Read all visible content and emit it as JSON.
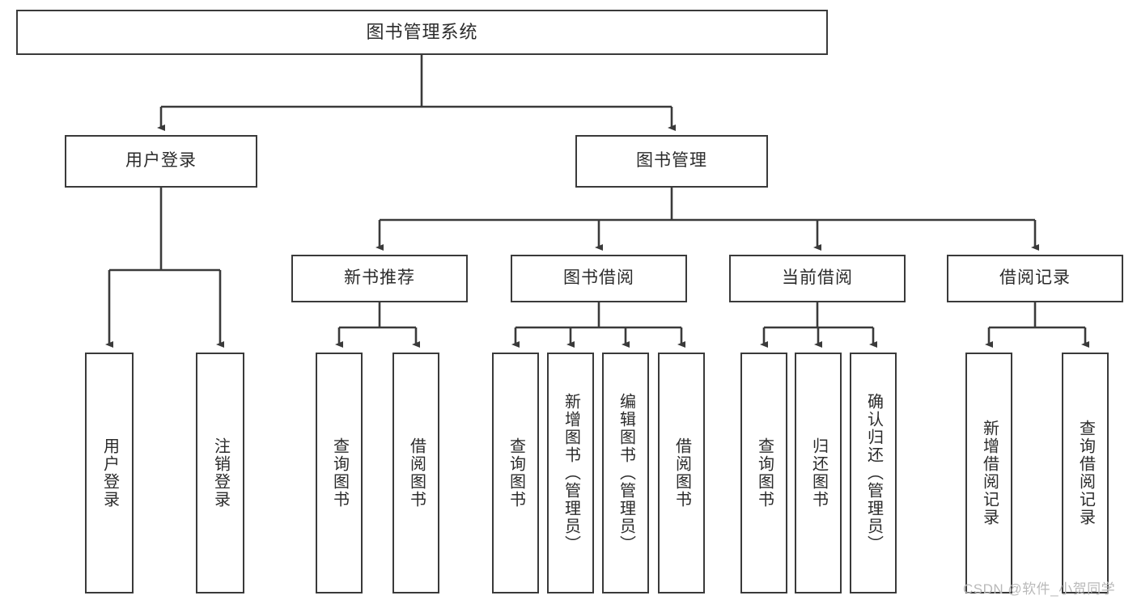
{
  "diagram": {
    "title": "图书管理系统",
    "type": "hierarchy-tree",
    "colors": {
      "box_border": "#3a3a3a",
      "box_fill": "#ffffff",
      "connector": "#3a3a3a",
      "text": "#2b2b2b",
      "watermark": "#b9b9b9"
    },
    "levels": {
      "root": {
        "label": "图书管理系统"
      },
      "level1": [
        {
          "label": "用户登录"
        },
        {
          "label": "图书管理"
        }
      ],
      "level2": [
        {
          "label": "新书推荐"
        },
        {
          "label": "图书借阅"
        },
        {
          "label": "当前借阅"
        },
        {
          "label": "借阅记录"
        }
      ],
      "leaves": {
        "user_login": [
          {
            "label": "用户登录"
          },
          {
            "label": "注销登录"
          }
        ],
        "new_book_recommend": [
          {
            "label": "查询图书"
          },
          {
            "label": "借阅图书"
          }
        ],
        "book_borrow": [
          {
            "label": "查询图书"
          },
          {
            "label": "新增图书（管理员）"
          },
          {
            "label": "编辑图书（管理员）"
          },
          {
            "label": "借阅图书"
          }
        ],
        "current_borrow": [
          {
            "label": "查询图书"
          },
          {
            "label": "归还图书"
          },
          {
            "label": "确认归还（管理员）"
          }
        ],
        "borrow_record": [
          {
            "label": "新增借阅记录"
          },
          {
            "label": "查询借阅记录"
          }
        ]
      }
    },
    "watermark": "CSDN @软件_小贺同学"
  }
}
